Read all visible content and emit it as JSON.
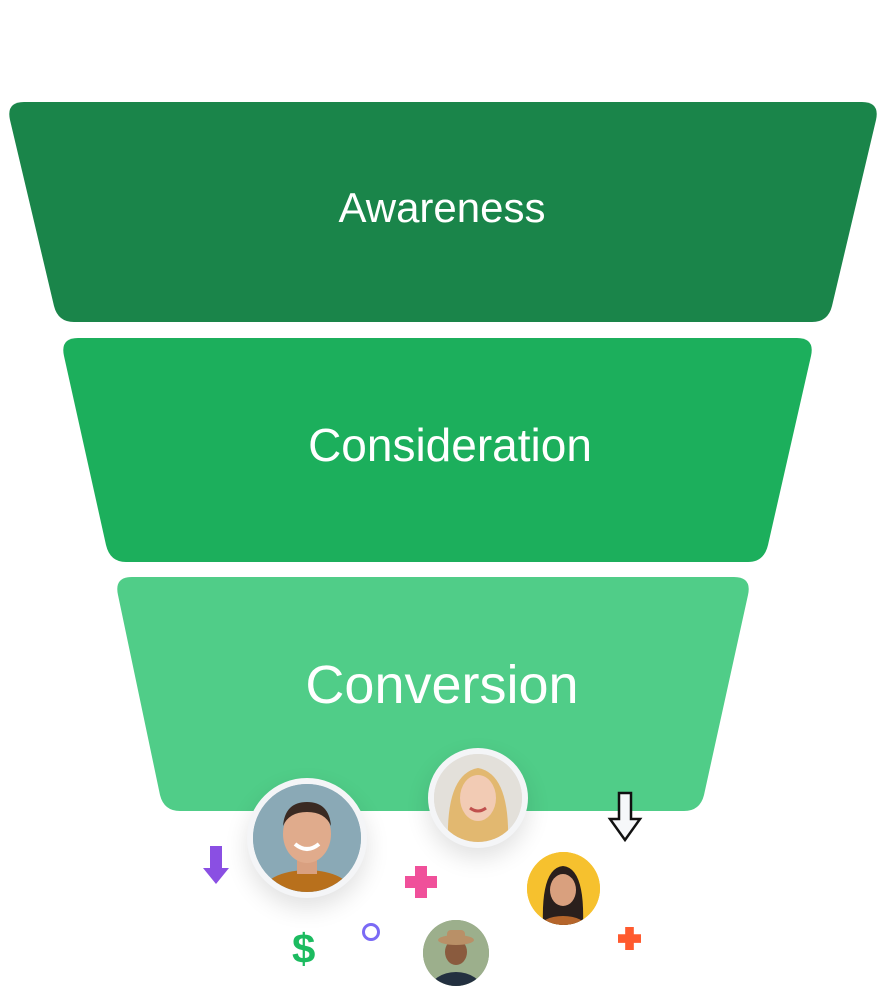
{
  "funnel": {
    "stages": [
      {
        "label": "Awareness",
        "color": "#1a854a"
      },
      {
        "label": "Consideration",
        "color": "#1caf5c"
      },
      {
        "label": "Conversion",
        "color": "#50cd88"
      }
    ]
  },
  "decorations": {
    "icons": [
      "arrow-down-icon",
      "plus-icon",
      "dollar-icon",
      "circle-icon",
      "plus-icon",
      "outline-arrow-down-icon"
    ],
    "dollar_symbol": "$",
    "colors": {
      "purple": "#8a4fe3",
      "pink": "#f0509a",
      "green": "#1cbb60",
      "violet": "#7a6af5",
      "orange": "#ff5a2e"
    }
  }
}
